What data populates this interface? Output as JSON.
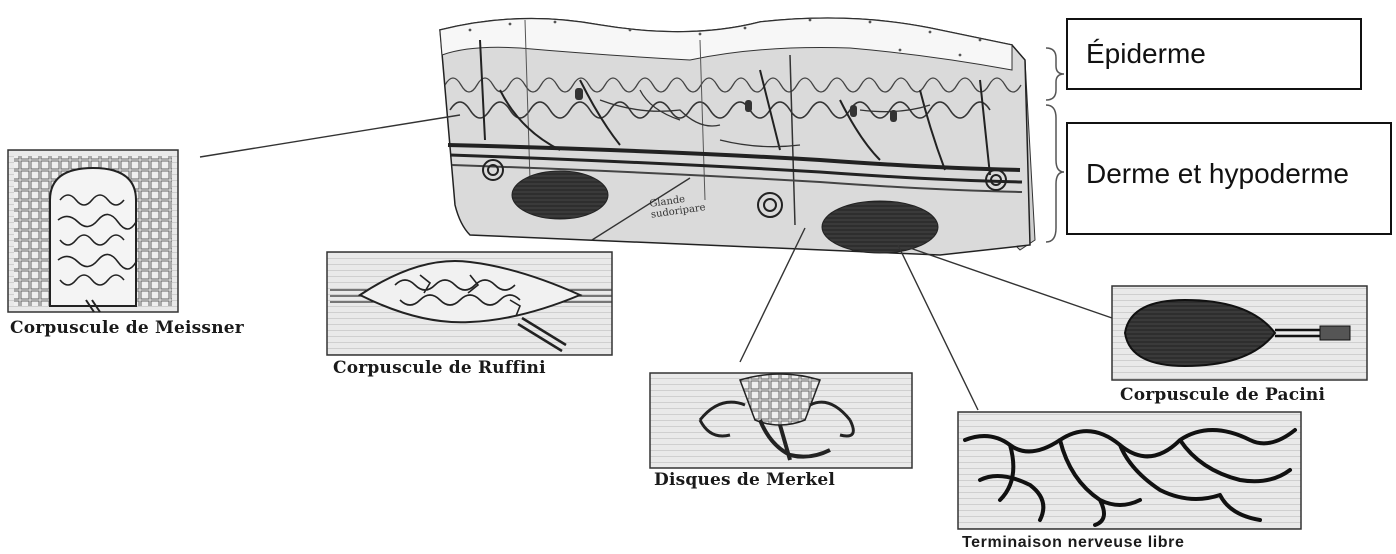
{
  "layers": {
    "epidermis": "Épiderme",
    "dermis": "Derme et hypoderme"
  },
  "inner_label": [
    "Glande",
    "sudoripare"
  ],
  "receptors": {
    "meissner": "Corpuscule de Meissner",
    "ruffini": "Corpuscule de Ruffini",
    "merkel": "Disques de Merkel",
    "pacini": "Corpuscule de Pacini",
    "free_ending": "Terminaison nerveuse libre"
  }
}
